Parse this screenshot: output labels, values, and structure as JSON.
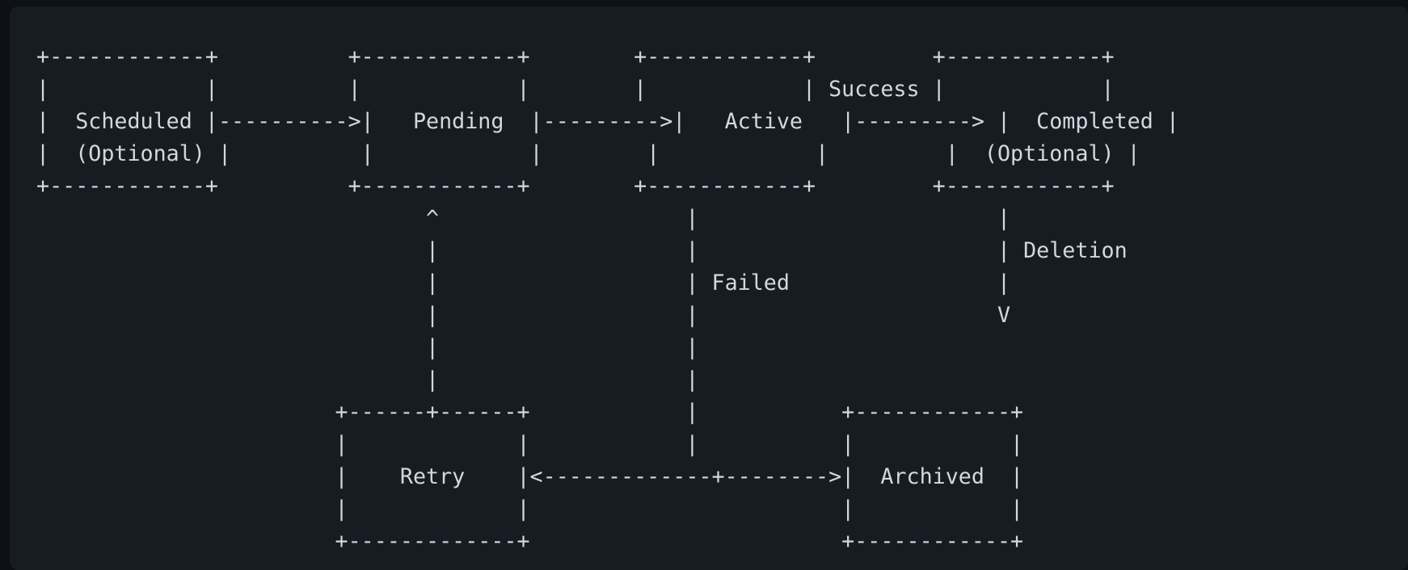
{
  "diagram": {
    "lines": [
      "+------------+          +------------+        +------------+         +------------+",
      "|            |          |            |        |            | Success |            |",
      "|  Scheduled |---------->|   Pending  |--------->|   Active   |---------> |  Completed |",
      "|  (Optional) |          |            |        |            |         |  (Optional) |",
      "+------------+          +------------+        +------------+         +------------+",
      "                              ^                   |                       |",
      "                              |                   |                       | Deletion",
      "                              |                   | Failed                |",
      "                              |                   |                       V",
      "                              |                   |",
      "                              |                   |",
      "                       +------+------+            |           +------------+",
      "                       |             |            |           |            |",
      "                       |    Retry    |<-------------+-------->|  Archived  |",
      "                       |             |                        |            |",
      "                       +-------------+                        +------------+"
    ]
  }
}
